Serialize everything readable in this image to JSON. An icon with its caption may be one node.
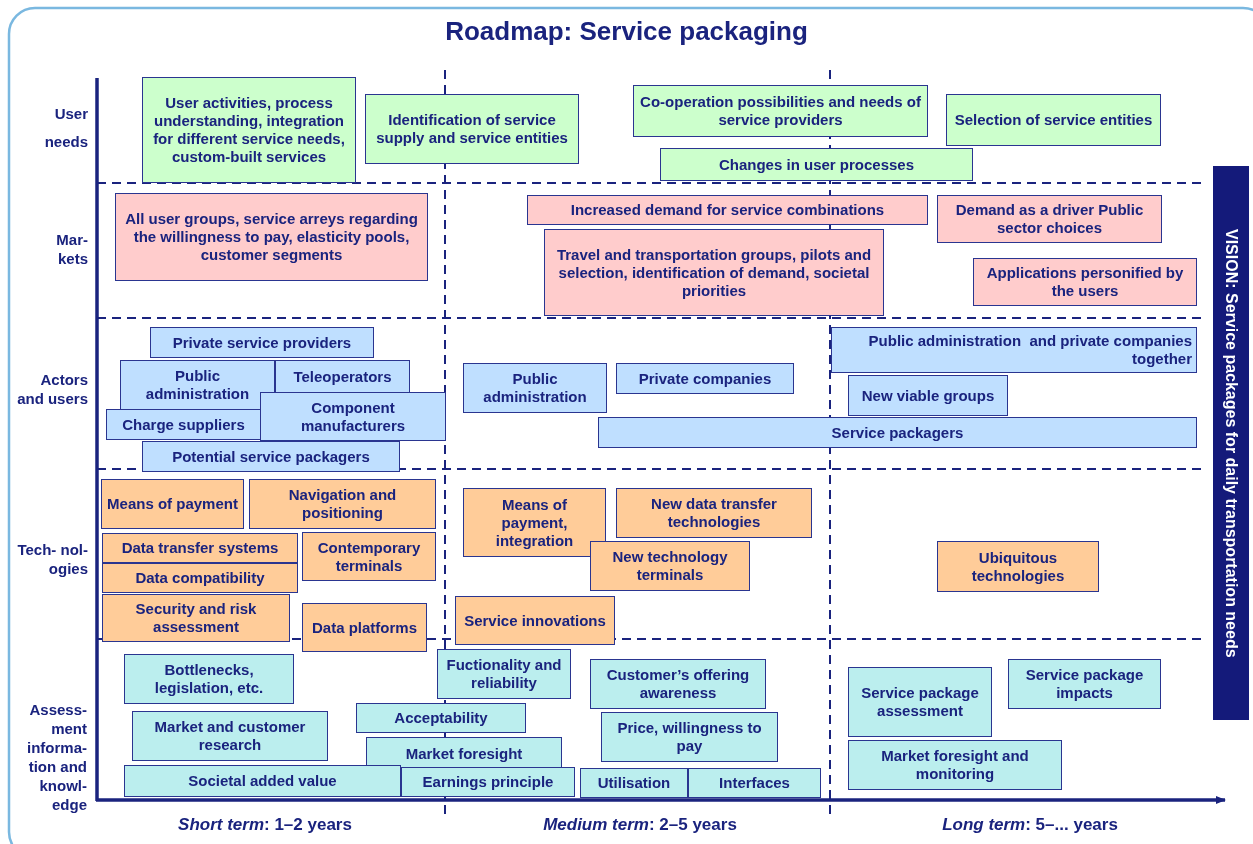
{
  "diagram": {
    "title": "Roadmap: Service packaging",
    "nodes": [
      {
        "text": [
          "User activities, process understanding, integration for different service needs, custom-built services"
        ]
      },
      {
        "text": [
          "Identification of service supply and service entities"
        ]
      },
      {
        "text": [
          "Co-operation possibilities and needs of service providers"
        ]
      },
      {
        "text": [
          "Selection of service entities"
        ]
      },
      {
        "text": [
          "Changes in user processes"
        ]
      },
      {
        "text": [
          "All user groups, service arreys regarding the willingness to pay, elasticity pools, customer segments"
        ]
      },
      {
        "text": [
          "Increased demand for service combinations"
        ]
      },
      {
        "text": [
          "Demand as a driver Public sector choices"
        ]
      },
      {
        "text": [
          "Travel and transportation groups, pilots and selection, identification of demand, societal priorities"
        ]
      },
      {
        "text": [
          "Applications personified by the users"
        ]
      },
      {
        "text": [
          "Private service providers"
        ]
      },
      {
        "text": [
          "Public administration"
        ]
      },
      {
        "text": [
          "Teleoperators"
        ]
      },
      {
        "text": [
          "Charge suppliers"
        ]
      },
      {
        "text": [
          "Component manufacturers"
        ]
      },
      {
        "text": [
          "Potential service packagers"
        ]
      },
      {
        "text": [
          "Public administration"
        ]
      },
      {
        "text": [
          "Private companies"
        ]
      },
      {
        "text": [
          "Public administration  and private companies together"
        ]
      },
      {
        "text": [
          "New viable groups"
        ]
      },
      {
        "text": [
          "Service packagers"
        ]
      },
      {
        "text": [
          "Means of payment"
        ]
      },
      {
        "text": [
          "Navigation and positioning"
        ]
      },
      {
        "text": [
          "Data transfer systems"
        ]
      },
      {
        "text": [
          "Contemporary terminals"
        ]
      },
      {
        "text": [
          "Data compatibility"
        ]
      },
      {
        "text": [
          "Security and risk assessment"
        ]
      },
      {
        "text": [
          "Data platforms"
        ]
      },
      {
        "text": [
          "Means of payment, integration"
        ]
      },
      {
        "text": [
          "New data transfer technologies"
        ]
      },
      {
        "text": [
          "New technology terminals"
        ]
      },
      {
        "text": [
          "Service innovations"
        ]
      },
      {
        "text": [
          "Ubiquitous technologies"
        ]
      },
      {
        "text": [
          "Bottlenecks, legislation, etc."
        ]
      },
      {
        "text": [
          "Fuctionality and reliability"
        ]
      },
      {
        "text": [
          "Customer’s offering awareness"
        ]
      },
      {
        "text": [
          "Acceptability"
        ]
      },
      {
        "text": [
          "Market and customer research"
        ]
      },
      {
        "text": [
          "Price, willingness to pay"
        ]
      },
      {
        "text": [
          "Market foresight"
        ]
      },
      {
        "text": [
          "Societal added value"
        ]
      },
      {
        "text": [
          "Earnings principle"
        ]
      },
      {
        "text": [
          "Utilisation"
        ]
      },
      {
        "text": [
          "Interfaces"
        ]
      },
      {
        "text": [
          "Service package assessment"
        ]
      },
      {
        "text": [
          "Service package impacts"
        ]
      },
      {
        "text": [
          "Market foresight and monitoring"
        ]
      },
      {
        "text": [
          "VISION: Service packages for daily transportation needs"
        ]
      }
    ],
    "labels": [
      "User needs",
      "Mar- kets",
      "Actors and users",
      "Tech- nol- ogies",
      "Assess- ment informa- tion and knowl- edge",
      "*Short term*: 1–2 years",
      "*Medium term*: 2–5 years",
      "*Long term*: 5–... years"
    ]
  }
}
